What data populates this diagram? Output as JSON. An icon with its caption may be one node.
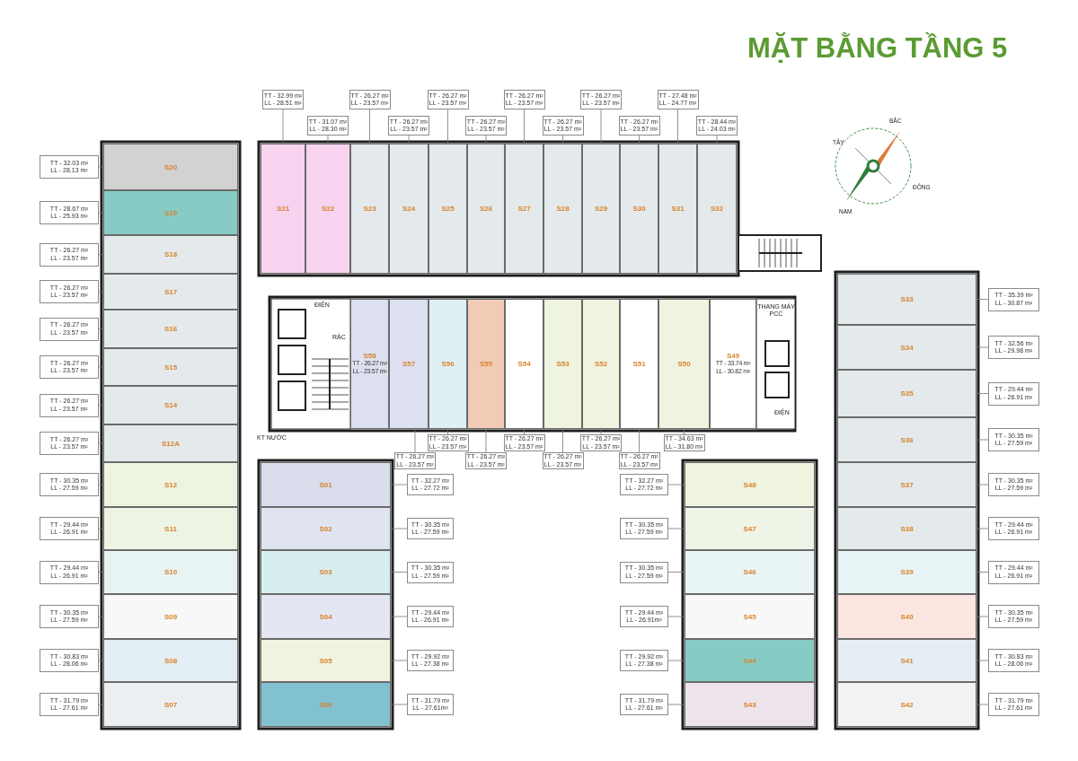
{
  "diagram": {
    "title": "MẶT BẰNG TẦNG 5",
    "nodes": [
      {
        "text": [
          "S21"
        ]
      },
      {
        "text": [
          "S22"
        ]
      },
      {
        "text": [
          "S23"
        ]
      },
      {
        "text": [
          "S24"
        ]
      },
      {
        "text": [
          "S25"
        ]
      },
      {
        "text": [
          "S26"
        ]
      },
      {
        "text": [
          "S27"
        ]
      },
      {
        "text": [
          "S28"
        ]
      },
      {
        "text": [
          "S29"
        ]
      },
      {
        "text": [
          "S30"
        ]
      },
      {
        "text": [
          "S31"
        ]
      },
      {
        "text": [
          "S32"
        ]
      },
      {
        "text": [
          "TT - 32.99 m²",
          "LL - 28.51 m²"
        ]
      },
      {
        "text": [
          "TT - 31.07 m²",
          "LL - 28.30 m²"
        ]
      },
      {
        "text": [
          "TT - 26.27 m²",
          "LL - 23.57 m²"
        ]
      },
      {
        "text": [
          "TT - 26.27 m²",
          "LL - 23.57 m²"
        ]
      },
      {
        "text": [
          "TT - 26.27 m²",
          "LL - 23.57 m²"
        ]
      },
      {
        "text": [
          "TT - 26.27 m²",
          "LL - 23.57 m²"
        ]
      },
      {
        "text": [
          "TT - 26.27 m²",
          "LL - 23.57 m²"
        ]
      },
      {
        "text": [
          "TT - 26.27 m²",
          "LL - 23.57 m²"
        ]
      },
      {
        "text": [
          "TT - 26.27 m²",
          "LL - 23.57 m²"
        ]
      },
      {
        "text": [
          "TT - 26.27 m²",
          "LL - 23.57 m²"
        ]
      },
      {
        "text": [
          "TT - 27.48 m²",
          "LL - 24.77 m²"
        ]
      },
      {
        "text": [
          "TT - 28.44 m²",
          "LL - 24.03 m²"
        ]
      },
      {
        "text": [
          "S20"
        ]
      },
      {
        "text": [
          "S19"
        ]
      },
      {
        "text": [
          "S18"
        ]
      },
      {
        "text": [
          "S17"
        ]
      },
      {
        "text": [
          "S16"
        ]
      },
      {
        "text": [
          "S15"
        ]
      },
      {
        "text": [
          "S14"
        ]
      },
      {
        "text": [
          "S12A"
        ]
      },
      {
        "text": [
          "S12"
        ]
      },
      {
        "text": [
          "S11"
        ]
      },
      {
        "text": [
          "S10"
        ]
      },
      {
        "text": [
          "S09"
        ]
      },
      {
        "text": [
          "S08"
        ]
      },
      {
        "text": [
          "S07"
        ]
      },
      {
        "text": [
          "TT - 32.03 m²",
          "LL - 28.13 m²"
        ]
      },
      {
        "text": [
          "TT - 28.67 m²",
          "LL - 25.93 m²"
        ]
      },
      {
        "text": [
          "TT - 26.27 m²",
          "LL - 23.57 m²"
        ]
      },
      {
        "text": [
          "TT - 26.27 m²",
          "LL - 23.57 m²"
        ]
      },
      {
        "text": [
          "TT - 26.27 m²",
          "LL - 23.57 m²"
        ]
      },
      {
        "text": [
          "TT - 26.27 m²",
          "LL - 23.57 m²"
        ]
      },
      {
        "text": [
          "TT - 26.27 m²",
          "LL - 23.57 m²"
        ]
      },
      {
        "text": [
          "TT - 26.27 m²",
          "LL - 23.57 m²"
        ]
      },
      {
        "text": [
          "TT - 30.35 m²",
          "LL - 27.59 m²"
        ]
      },
      {
        "text": [
          "TT - 29.44 m²",
          "LL - 26.91 m²"
        ]
      },
      {
        "text": [
          "TT - 29.44 m²",
          "LL - 26.91 m²"
        ]
      },
      {
        "text": [
          "TT - 30.35 m²",
          "LL - 27.59 m²"
        ]
      },
      {
        "text": [
          "TT - 30.83 m²",
          "LL - 28.06 m²"
        ]
      },
      {
        "text": [
          "TT - 31.79 m²",
          "LL - 27.61 m²"
        ]
      },
      {
        "text": [
          "S58",
          "TT - 26.27 m²",
          "LL - 23.57 m²"
        ]
      },
      {
        "text": [
          "S57"
        ]
      },
      {
        "text": [
          "S56"
        ]
      },
      {
        "text": [
          "S55"
        ]
      },
      {
        "text": [
          "S54"
        ]
      },
      {
        "text": [
          "S53"
        ]
      },
      {
        "text": [
          "S52"
        ]
      },
      {
        "text": [
          "S51"
        ]
      },
      {
        "text": [
          "S50"
        ]
      },
      {
        "text": [
          "S49",
          "TT - 33.74 m²",
          "LL - 30.82 m²"
        ]
      },
      {
        "text": [
          "TT - 26.27 m²",
          "LL - 23.57 m²"
        ]
      },
      {
        "text": [
          "TT - 26.27 m²",
          "LL - 23.57 m²"
        ]
      },
      {
        "text": [
          "TT - 26.27 m²",
          "LL - 23.57 m²"
        ]
      },
      {
        "text": [
          "TT - 26.27 m²",
          "LL - 23.57 m²"
        ]
      },
      {
        "text": [
          "TT - 26.27 m²",
          "LL - 23.57 m²"
        ]
      },
      {
        "text": [
          "TT - 26.27 m²",
          "LL - 23.57 m²"
        ]
      },
      {
        "text": [
          "TT - 26.27 m²",
          "LL - 23.57 m²"
        ]
      },
      {
        "text": [
          "TT - 34.63 m²",
          "LL - 31.80 m²"
        ]
      },
      {
        "text": [
          "S01"
        ]
      },
      {
        "text": [
          "S02"
        ]
      },
      {
        "text": [
          "S03"
        ]
      },
      {
        "text": [
          "S04"
        ]
      },
      {
        "text": [
          "S05"
        ]
      },
      {
        "text": [
          "S06"
        ]
      },
      {
        "text": [
          "TT - 32.27 m²",
          "LL - 27.72 m²"
        ]
      },
      {
        "text": [
          "TT - 30.35 m²",
          "LL - 27.59 m²"
        ]
      },
      {
        "text": [
          "TT - 30.35 m²",
          "LL - 27.59 m²"
        ]
      },
      {
        "text": [
          "TT - 29.44 m²",
          "LL - 26.91 m²"
        ]
      },
      {
        "text": [
          "TT - 29.92 m²",
          "LL - 27.38 m²"
        ]
      },
      {
        "text": [
          "TT - 31.79 m²",
          "LL - 27.61m²"
        ]
      },
      {
        "text": [
          "S48"
        ]
      },
      {
        "text": [
          "S47"
        ]
      },
      {
        "text": [
          "S46"
        ]
      },
      {
        "text": [
          "S45"
        ]
      },
      {
        "text": [
          "S44"
        ]
      },
      {
        "text": [
          "S43"
        ]
      },
      {
        "text": [
          "TT - 32.27 m²",
          "LL - 27.72 m²"
        ]
      },
      {
        "text": [
          "TT - 30.35 m²",
          "LL - 27.59 m²"
        ]
      },
      {
        "text": [
          "TT - 30.35 m²",
          "LL - 27.59 m²"
        ]
      },
      {
        "text": [
          "TT - 29.44 m²",
          "LL - 26.91m²"
        ]
      },
      {
        "text": [
          "TT - 29.92 m²",
          "LL - 27.38 m²"
        ]
      },
      {
        "text": [
          "TT - 31.79 m²",
          "LL - 27.61 m²"
        ]
      },
      {
        "text": [
          "S33"
        ]
      },
      {
        "text": [
          "S34"
        ]
      },
      {
        "text": [
          "S35"
        ]
      },
      {
        "text": [
          "S36"
        ]
      },
      {
        "text": [
          "S37"
        ]
      },
      {
        "text": [
          "S38"
        ]
      },
      {
        "text": [
          "S39"
        ]
      },
      {
        "text": [
          "S40"
        ]
      },
      {
        "text": [
          "S41"
        ]
      },
      {
        "text": [
          "S42"
        ]
      },
      {
        "text": [
          "TT - 35.39 m²",
          "LL - 30.87 m²"
        ]
      },
      {
        "text": [
          "TT - 32.56 m²",
          "LL - 29.98 m²"
        ]
      },
      {
        "text": [
          "TT - 29.44 m²",
          "LL - 26.91 m²"
        ]
      },
      {
        "text": [
          "TT - 30.35 m²",
          "LL - 27.59 m²"
        ]
      },
      {
        "text": [
          "TT - 30.35 m²",
          "LL - 27.59 m²"
        ]
      },
      {
        "text": [
          "TT - 29.44 m²",
          "LL - 26.91 m²"
        ]
      },
      {
        "text": [
          "TT - 29.44 m²",
          "LL - 26.91 m²"
        ]
      },
      {
        "text": [
          "TT - 30.35 m²",
          "LL - 27.59 m²"
        ]
      },
      {
        "text": [
          "TT - 30.83 m²",
          "LL - 28.06 m²"
        ]
      },
      {
        "text": [
          "TT - 31.79 m²",
          "LL - 27.61 m²"
        ]
      }
    ],
    "edges": [
      {
        "from": 12,
        "to": 0,
        "arrow": "none"
      },
      {
        "from": 13,
        "to": 1,
        "arrow": "none"
      },
      {
        "from": 14,
        "to": 2,
        "arrow": "none"
      },
      {
        "from": 15,
        "to": 3,
        "arrow": "none"
      },
      {
        "from": 16,
        "to": 4,
        "arrow": "none"
      },
      {
        "from": 17,
        "to": 5,
        "arrow": "none"
      },
      {
        "from": 18,
        "to": 6,
        "arrow": "none"
      },
      {
        "from": 19,
        "to": 7,
        "arrow": "none"
      },
      {
        "from": 20,
        "to": 8,
        "arrow": "none"
      },
      {
        "from": 21,
        "to": 9,
        "arrow": "none"
      },
      {
        "from": 22,
        "to": 10,
        "arrow": "none"
      },
      {
        "from": 23,
        "to": 11,
        "arrow": "none"
      },
      {
        "from": 38,
        "to": 24,
        "arrow": "none"
      },
      {
        "from": 39,
        "to": 25,
        "arrow": "none"
      },
      {
        "from": 40,
        "to": 26,
        "arrow": "none"
      },
      {
        "from": 41,
        "to": 27,
        "arrow": "none"
      },
      {
        "from": 42,
        "to": 28,
        "arrow": "none"
      },
      {
        "from": 43,
        "to": 29,
        "arrow": "none"
      },
      {
        "from": 44,
        "to": 30,
        "arrow": "none"
      },
      {
        "from": 45,
        "to": 31,
        "arrow": "none"
      },
      {
        "from": 46,
        "to": 32,
        "arrow": "none"
      },
      {
        "from": 47,
        "to": 33,
        "arrow": "none"
      },
      {
        "from": 48,
        "to": 34,
        "arrow": "none"
      },
      {
        "from": 49,
        "to": 35,
        "arrow": "none"
      },
      {
        "from": 50,
        "to": 36,
        "arrow": "none"
      },
      {
        "from": 51,
        "to": 37,
        "arrow": "none"
      },
      {
        "from": 62,
        "to": 53,
        "arrow": "none"
      },
      {
        "from": 63,
        "to": 54,
        "arrow": "none"
      },
      {
        "from": 64,
        "to": 55,
        "arrow": "none"
      },
      {
        "from": 65,
        "to": 56,
        "arrow": "none"
      },
      {
        "from": 66,
        "to": 57,
        "arrow": "none"
      },
      {
        "from": 67,
        "to": 58,
        "arrow": "none"
      },
      {
        "from": 68,
        "to": 59,
        "arrow": "none"
      },
      {
        "from": 69,
        "to": 60,
        "arrow": "none"
      },
      {
        "from": 76,
        "to": 70,
        "arrow": "none"
      },
      {
        "from": 77,
        "to": 71,
        "arrow": "none"
      },
      {
        "from": 78,
        "to": 72,
        "arrow": "none"
      },
      {
        "from": 79,
        "to": 73,
        "arrow": "none"
      },
      {
        "from": 80,
        "to": 74,
        "arrow": "none"
      },
      {
        "from": 81,
        "to": 75,
        "arrow": "none"
      },
      {
        "from": 88,
        "to": 82,
        "arrow": "none"
      },
      {
        "from": 89,
        "to": 83,
        "arrow": "none"
      },
      {
        "from": 90,
        "to": 84,
        "arrow": "none"
      },
      {
        "from": 91,
        "to": 85,
        "arrow": "none"
      },
      {
        "from": 92,
        "to": 86,
        "arrow": "none"
      },
      {
        "from": 93,
        "to": 87,
        "arrow": "none"
      },
      {
        "from": 104,
        "to": 94,
        "arrow": "none"
      },
      {
        "from": 105,
        "to": 95,
        "arrow": "none"
      },
      {
        "from": 106,
        "to": 96,
        "arrow": "none"
      },
      {
        "from": 107,
        "to": 97,
        "arrow": "none"
      },
      {
        "from": 108,
        "to": 98,
        "arrow": "none"
      },
      {
        "from": 109,
        "to": 99,
        "arrow": "none"
      },
      {
        "from": 110,
        "to": 100,
        "arrow": "none"
      },
      {
        "from": 111,
        "to": 101,
        "arrow": "none"
      },
      {
        "from": 112,
        "to": 102,
        "arrow": "none"
      },
      {
        "from": 113,
        "to": 103,
        "arrow": "none"
      }
    ],
    "labels": [
      "ĐIỆN",
      "RÁC",
      "THANG MÁY PCC",
      "ĐIỆN",
      "KT NƯỚC",
      "BẮC",
      "TÂY",
      "ĐÔNG",
      "NAM"
    ]
  }
}
